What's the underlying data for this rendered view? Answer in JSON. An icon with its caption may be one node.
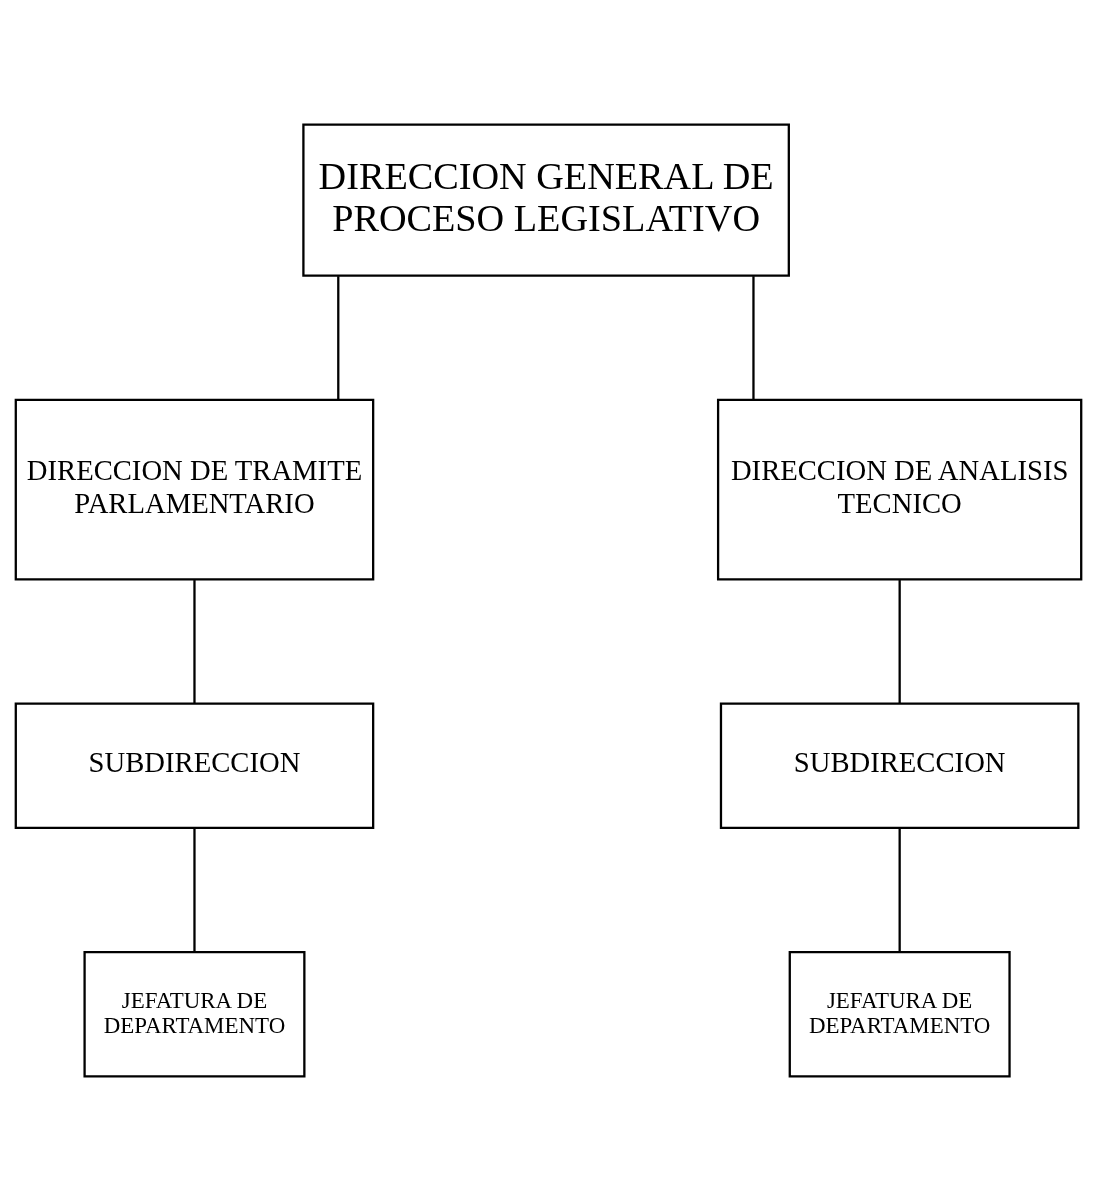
{
  "diagram": {
    "nodes": [
      {
        "text": [
          "DIRECCION GENERAL DE PROCESO LEGISLATIVO"
        ]
      },
      {
        "text": [
          "DIRECCION DE TRAMITE PARLAMENTARIO"
        ]
      },
      {
        "text": [
          "DIRECCION DE ANALISIS TECNICO"
        ]
      },
      {
        "text": [
          "SUBDIRECCION"
        ]
      },
      {
        "text": [
          "SUBDIRECCION"
        ]
      },
      {
        "text": [
          "JEFATURA DE DEPARTAMENTO"
        ]
      },
      {
        "text": [
          "JEFATURA DE DEPARTAMENTO"
        ]
      }
    ],
    "edges": [
      {
        "from": 0,
        "to": 1,
        "arrow": "none"
      },
      {
        "from": 0,
        "to": 2,
        "arrow": "none"
      },
      {
        "from": 1,
        "to": 3,
        "arrow": "none"
      },
      {
        "from": 2,
        "to": 4,
        "arrow": "none"
      },
      {
        "from": 3,
        "to": 5,
        "arrow": "none"
      },
      {
        "from": 4,
        "to": 6,
        "arrow": "none"
      }
    ]
  }
}
